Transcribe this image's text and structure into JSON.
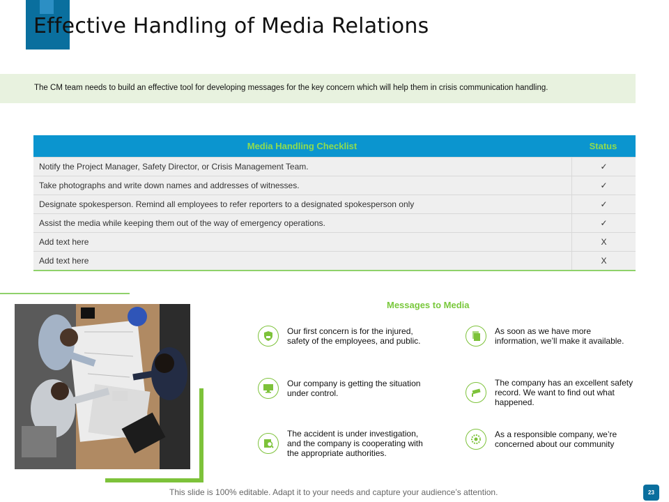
{
  "slide": {
    "title": "Effective Handling of Media Relations",
    "banner_text": "The CM team needs to build an effective tool for developing messages for the key concern which will help them in crisis communication handling.",
    "footer": "This slide is 100% editable. Adapt it to your needs and capture your audience’s attention.",
    "page_number": "23"
  },
  "checklist": {
    "header_main": "Media Handling Checklist",
    "header_status": "Status",
    "rows": [
      {
        "item": "Notify the Project Manager, Safety Director, or Crisis Management Team.",
        "status": "✓"
      },
      {
        "item": "Take photographs and write down names and addresses of witnesses.",
        "status": "✓"
      },
      {
        "item": "Designate spokesperson. Remind all employees to refer reporters to a designated spokesperson only",
        "status": "✓"
      },
      {
        "item": "Assist the media while keeping them out of the way of emergency operations.",
        "status": "✓"
      },
      {
        "item": "Add text here",
        "status": "X"
      },
      {
        "item": "Add text here",
        "status": "X"
      }
    ]
  },
  "messages": {
    "title": "Messages to Media",
    "items": [
      {
        "text": "Our first concern is for the injured, safety of the employees, and public.",
        "icon": "shield-hand-icon"
      },
      {
        "text": "Our company is getting the situation under control.",
        "icon": "monitor-icon"
      },
      {
        "text": "The accident is under investigation, and the company is cooperating with the appropriate authorities.",
        "icon": "search-document-icon"
      },
      {
        "text": "As soon as we have more information, we’ll make it available.",
        "icon": "documents-icon"
      },
      {
        "text": "The company has an excellent safety record. We want to find out what happened.",
        "icon": "security-camera-icon"
      },
      {
        "text": "As a responsible company, we’re concerned about our community",
        "icon": "community-icon"
      }
    ]
  },
  "colors": {
    "accent_blue": "#0b95cf",
    "dark_blue": "#0a6f9e",
    "accent_green": "#7dc23a",
    "banner_green": "#e8f2df"
  }
}
